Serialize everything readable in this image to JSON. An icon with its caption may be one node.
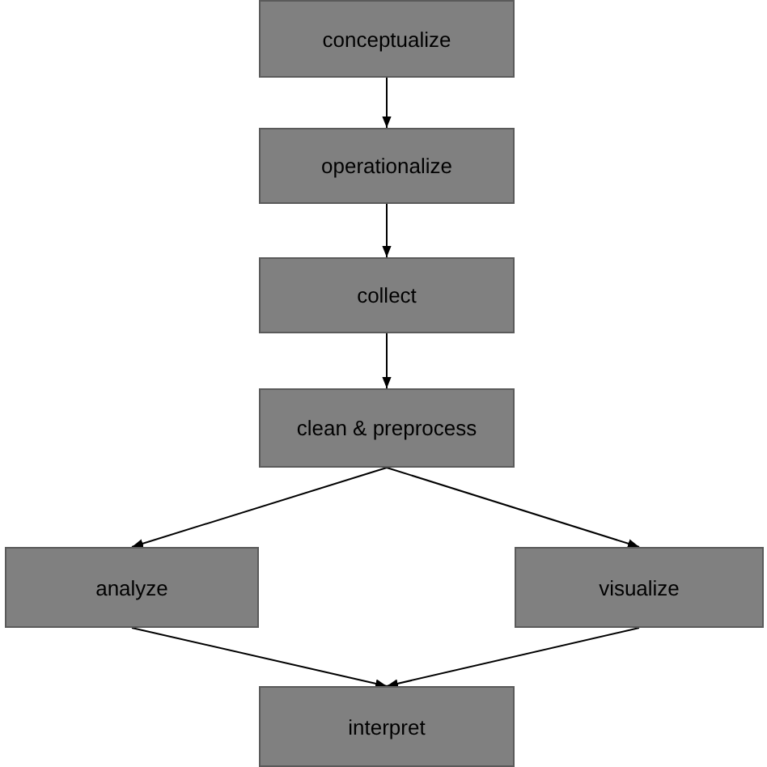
{
  "diagram": {
    "nodes": [
      {
        "text": [
          "conceptualize"
        ]
      },
      {
        "text": [
          "operationalize"
        ]
      },
      {
        "text": [
          "collect"
        ]
      },
      {
        "text": [
          "clean & preprocess"
        ]
      },
      {
        "text": [
          "analyze"
        ]
      },
      {
        "text": [
          "visualize"
        ]
      },
      {
        "text": [
          "interpret"
        ]
      }
    ],
    "edges": [
      {
        "from": 0,
        "to": 1,
        "arrow": "to"
      },
      {
        "from": 1,
        "to": 2,
        "arrow": "to"
      },
      {
        "from": 2,
        "to": 3,
        "arrow": "to"
      },
      {
        "from": 3,
        "to": 4,
        "arrow": "to"
      },
      {
        "from": 3,
        "to": 5,
        "arrow": "to"
      },
      {
        "from": 4,
        "to": 6,
        "arrow": "to"
      },
      {
        "from": 5,
        "to": 6,
        "arrow": "to"
      }
    ]
  }
}
